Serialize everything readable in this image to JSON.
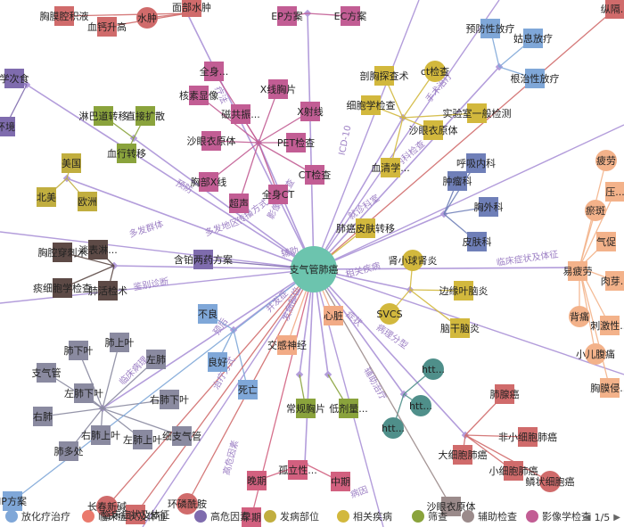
{
  "center": {
    "label": "支气管肺癌",
    "color": "#6cc4ae"
  },
  "colors": {
    "purple_edge": "#b39ddb",
    "treatment": "#7fa7d8",
    "sign": "#ea7a6d",
    "cause": "#d06b6b",
    "type": "#7f6cae",
    "dept": "#6f7fb8",
    "compl": "#f2ab86",
    "screen": "#8aa33c",
    "aux": "#9b8b8b",
    "image": "#c25d94",
    "lab": "#d2b83d",
    "region": "#c1ae3f",
    "stage": "#d2607f",
    "site": "#8a8aa0",
    "teal": "#4f8f8a",
    "dark": "#5d4a46",
    "symptom": "#f3b28a"
  },
  "edge_labels": [
    {
      "id": "e1",
      "text": "多发群体"
    },
    {
      "id": "e2",
      "text": "多发地区"
    },
    {
      "id": "e3",
      "text": "鉴别诊断"
    },
    {
      "id": "e4",
      "text": "并发症"
    },
    {
      "id": "e5",
      "text": "预防"
    },
    {
      "id": "e6",
      "text": "传播方式"
    },
    {
      "id": "e7",
      "text": "影像学检查"
    },
    {
      "id": "e8",
      "text": "ICD-10"
    },
    {
      "id": "e9",
      "text": "疗法"
    },
    {
      "id": "e10",
      "text": "手术治疗"
    },
    {
      "id": "e11",
      "text": "内科检查"
    },
    {
      "id": "e12",
      "text": "就诊科室"
    },
    {
      "id": "e13",
      "text": "临床症状及体征"
    },
    {
      "id": "e14",
      "text": "相关疾病"
    },
    {
      "id": "e15",
      "text": "病理分型"
    },
    {
      "id": "e16",
      "text": "辅助治疗"
    },
    {
      "id": "e17",
      "text": "预后"
    },
    {
      "id": "e18",
      "text": "高危因素"
    },
    {
      "id": "e19",
      "text": "发病部位"
    },
    {
      "id": "e20",
      "text": "治疗方式"
    },
    {
      "id": "e21",
      "text": "病因"
    },
    {
      "id": "e22",
      "text": "辅助"
    },
    {
      "id": "e23",
      "text": "临床病理"
    },
    {
      "id": "e24",
      "text": "症状"
    }
  ],
  "nodes": [
    {
      "id": "n1",
      "label": "胸膜腔积液",
      "group": "cause",
      "shape": "rect"
    },
    {
      "id": "n2",
      "label": "血钙升高",
      "group": "cause",
      "shape": "rect"
    },
    {
      "id": "n3",
      "label": "水肿",
      "group": "cause",
      "shape": "circle"
    },
    {
      "id": "n4",
      "label": "面部水肿",
      "group": "cause",
      "shape": "rect"
    },
    {
      "id": "n5",
      "label": "EP方案",
      "group": "image",
      "shape": "rect"
    },
    {
      "id": "n6",
      "label": "EC方案",
      "group": "image",
      "shape": "rect"
    },
    {
      "id": "n7",
      "label": "学次食",
      "group": "type",
      "shape": "rect"
    },
    {
      "id": "n8",
      "label": "环境",
      "group": "type",
      "shape": "rect"
    },
    {
      "id": "n9",
      "label": "淋巴道转移",
      "group": "screen",
      "shape": "rect"
    },
    {
      "id": "n10",
      "label": "直接扩散",
      "group": "screen",
      "shape": "rect"
    },
    {
      "id": "n11",
      "label": "血行转移",
      "group": "screen",
      "shape": "rect"
    },
    {
      "id": "n12",
      "label": "美国",
      "group": "region",
      "shape": "rect"
    },
    {
      "id": "n13",
      "label": "北美",
      "group": "region",
      "shape": "rect"
    },
    {
      "id": "n14",
      "label": "欧洲",
      "group": "region",
      "shape": "rect"
    },
    {
      "id": "n15",
      "label": "全身...",
      "group": "image",
      "shape": "rect"
    },
    {
      "id": "n16",
      "label": "核素显像",
      "group": "image",
      "shape": "rect"
    },
    {
      "id": "n17",
      "label": "X线胸片",
      "group": "image",
      "shape": "rect"
    },
    {
      "id": "n18",
      "label": "磁共振...",
      "group": "image",
      "shape": "rect"
    },
    {
      "id": "n19",
      "label": "X射线",
      "group": "image",
      "shape": "rect"
    },
    {
      "id": "n20",
      "label": "沙眼衣原体",
      "group": "image",
      "shape": "rect"
    },
    {
      "id": "n21",
      "label": "PET检查",
      "group": "image",
      "shape": "rect"
    },
    {
      "id": "n22",
      "label": "胸部X线",
      "group": "image",
      "shape": "rect"
    },
    {
      "id": "n23",
      "label": "CT检查",
      "group": "image",
      "shape": "rect"
    },
    {
      "id": "n24",
      "label": "全身CT",
      "group": "image",
      "shape": "rect"
    },
    {
      "id": "n25",
      "label": "超声",
      "group": "image",
      "shape": "rect"
    },
    {
      "id": "n26",
      "label": "剖胸探查术",
      "group": "lab",
      "shape": "rect"
    },
    {
      "id": "n27",
      "label": "ct检查",
      "group": "lab",
      "shape": "circle"
    },
    {
      "id": "n28",
      "label": "细胞学检查",
      "group": "lab",
      "shape": "rect"
    },
    {
      "id": "n29",
      "label": "实验室一般检测",
      "group": "lab",
      "shape": "rect"
    },
    {
      "id": "n30",
      "label": "沙眼衣原体",
      "group": "lab",
      "shape": "rect"
    },
    {
      "id": "n31",
      "label": "血清学...",
      "group": "lab",
      "shape": "rect"
    },
    {
      "id": "n32",
      "label": "预防性放疗",
      "group": "treatment",
      "shape": "rect"
    },
    {
      "id": "n33",
      "label": "姑息放疗",
      "group": "treatment",
      "shape": "rect"
    },
    {
      "id": "n34",
      "label": "根治性放疗",
      "group": "treatment",
      "shape": "rect"
    },
    {
      "id": "n35",
      "label": "纵隔...",
      "group": "cause",
      "shape": "rect"
    },
    {
      "id": "n36",
      "label": "呼吸内科",
      "group": "dept",
      "shape": "rect"
    },
    {
      "id": "n37",
      "label": "肿瘤科",
      "group": "dept",
      "shape": "rect"
    },
    {
      "id": "n38",
      "label": "胸外科",
      "group": "dept",
      "shape": "rect"
    },
    {
      "id": "n39",
      "label": "皮肤科",
      "group": "dept",
      "shape": "rect"
    },
    {
      "id": "n40",
      "label": "肺癌皮肤转移",
      "group": "lab",
      "shape": "rect"
    },
    {
      "id": "n41",
      "label": "胸腔穿刺术",
      "group": "dark",
      "shape": "rect"
    },
    {
      "id": "n42",
      "label": "淡表淋...",
      "group": "dark",
      "shape": "rect"
    },
    {
      "id": "n43",
      "label": "痰细胞学检查",
      "group": "dark",
      "shape": "rect"
    },
    {
      "id": "n44",
      "label": "肺活检术",
      "group": "dark",
      "shape": "rect"
    },
    {
      "id": "n45",
      "label": "含铂两药方案",
      "group": "type",
      "shape": "rect"
    },
    {
      "id": "n46",
      "label": "肾小球肾炎",
      "group": "lab",
      "shape": "circle"
    },
    {
      "id": "n47",
      "label": "边缘叶脑炎",
      "group": "lab",
      "shape": "rect"
    },
    {
      "id": "n48",
      "label": "SVCS",
      "group": "lab",
      "shape": "circle"
    },
    {
      "id": "n49",
      "label": "脑干脑炎",
      "group": "lab",
      "shape": "rect"
    },
    {
      "id": "n50",
      "label": "疲劳",
      "group": "symptom",
      "shape": "circle"
    },
    {
      "id": "n51",
      "label": "压...",
      "group": "symptom",
      "shape": "rect"
    },
    {
      "id": "n52",
      "label": "瘀斑",
      "group": "symptom",
      "shape": "circle"
    },
    {
      "id": "n53",
      "label": "气促",
      "group": "symptom",
      "shape": "rect"
    },
    {
      "id": "n54",
      "label": "易疲劳",
      "group": "symptom",
      "shape": "rect"
    },
    {
      "id": "n55",
      "label": "肉芽...",
      "group": "symptom",
      "shape": "rect"
    },
    {
      "id": "n56",
      "label": "背痛",
      "group": "symptom",
      "shape": "circle"
    },
    {
      "id": "n57",
      "label": "刺激性...",
      "group": "symptom",
      "shape": "rect"
    },
    {
      "id": "n58",
      "label": "小儿腹痛",
      "group": "symptom",
      "shape": "circle"
    },
    {
      "id": "n59",
      "label": "胸膜侵...",
      "group": "symptom",
      "shape": "rect"
    },
    {
      "id": "n60",
      "label": "不良",
      "group": "treatment",
      "shape": "rect"
    },
    {
      "id": "n61",
      "label": "良好",
      "group": "treatment",
      "shape": "rect"
    },
    {
      "id": "n62",
      "label": "死亡",
      "group": "treatment",
      "shape": "rect"
    },
    {
      "id": "n63",
      "label": "心脏",
      "group": "compl",
      "shape": "rect"
    },
    {
      "id": "n64",
      "label": "交感神经",
      "group": "compl",
      "shape": "rect"
    },
    {
      "id": "n65",
      "label": "肺下叶",
      "group": "site",
      "shape": "rect"
    },
    {
      "id": "n66",
      "label": "肺上叶",
      "group": "site",
      "shape": "rect"
    },
    {
      "id": "n67",
      "label": "支气管",
      "group": "site",
      "shape": "rect"
    },
    {
      "id": "n68",
      "label": "左肺",
      "group": "site",
      "shape": "rect"
    },
    {
      "id": "n69",
      "label": "左肺下叶",
      "group": "site",
      "shape": "rect"
    },
    {
      "id": "n70",
      "label": "右肺下叶",
      "group": "site",
      "shape": "rect"
    },
    {
      "id": "n71",
      "label": "右肺",
      "group": "site",
      "shape": "rect"
    },
    {
      "id": "n72",
      "label": "右肺上叶",
      "group": "site",
      "shape": "rect"
    },
    {
      "id": "n73",
      "label": "左肺上叶",
      "group": "site",
      "shape": "rect"
    },
    {
      "id": "n74",
      "label": "细支气管",
      "group": "site",
      "shape": "rect"
    },
    {
      "id": "n75",
      "label": "肺多处",
      "group": "site",
      "shape": "rect"
    },
    {
      "id": "n76",
      "label": "htt...",
      "group": "teal",
      "shape": "circle"
    },
    {
      "id": "n77",
      "label": "htt...",
      "group": "teal",
      "shape": "circle"
    },
    {
      "id": "n78",
      "label": "htt...",
      "group": "teal",
      "shape": "circle"
    },
    {
      "id": "n79",
      "label": "常规胸片",
      "group": "screen",
      "shape": "rect"
    },
    {
      "id": "n80",
      "label": "低剂量...",
      "group": "screen",
      "shape": "rect"
    },
    {
      "id": "n81",
      "label": "肺腺癌",
      "group": "cause",
      "shape": "rect"
    },
    {
      "id": "n82",
      "label": "非小细胞肺癌",
      "group": "cause",
      "shape": "rect"
    },
    {
      "id": "n83",
      "label": "大细胞肺癌",
      "group": "cause",
      "shape": "rect"
    },
    {
      "id": "n84",
      "label": "小细胞肺癌",
      "group": "cause",
      "shape": "rect"
    },
    {
      "id": "n85",
      "label": "鳞状细胞癌",
      "group": "cause",
      "shape": "circle"
    },
    {
      "id": "n86",
      "label": "晚期",
      "group": "stage",
      "shape": "rect"
    },
    {
      "id": "n87",
      "label": "孤立性...",
      "group": "stage",
      "shape": "rect"
    },
    {
      "id": "n88",
      "label": "中期",
      "group": "stage",
      "shape": "rect"
    },
    {
      "id": "n89",
      "label": "沙眼衣原体",
      "group": "aux",
      "shape": "rect"
    },
    {
      "id": "n90",
      "label": "IP方案",
      "group": "treatment",
      "shape": "rect"
    },
    {
      "id": "n91",
      "label": "长春新碱",
      "group": "cause",
      "shape": "circle"
    },
    {
      "id": "n92",
      "label": "环磷酰胺",
      "group": "cause",
      "shape": "circle"
    },
    {
      "id": "n93",
      "label": "临床症状及体征",
      "group": "cause",
      "shape": "rect"
    },
    {
      "id": "n94",
      "label": "早期",
      "group": "stage",
      "shape": "rect"
    }
  ],
  "legend": [
    {
      "label": "放化疗治疗",
      "color": "#7fa7d8"
    },
    {
      "label": "临床症状及体征",
      "color": "#ea7a6d"
    },
    {
      "label": "高危因素",
      "color": "#7f6cae"
    },
    {
      "label": "发病部位",
      "color": "#c1ae3f"
    },
    {
      "label": "相关疾病",
      "color": "#d2b83d"
    },
    {
      "label": "筛查",
      "color": "#8aa33c"
    },
    {
      "label": "辅助检查",
      "color": "#9b8b8b"
    },
    {
      "label": "影像学检查",
      "color": "#c25d94"
    }
  ],
  "pager": {
    "text": "1/5",
    "prev": "◀",
    "next": "▶"
  }
}
